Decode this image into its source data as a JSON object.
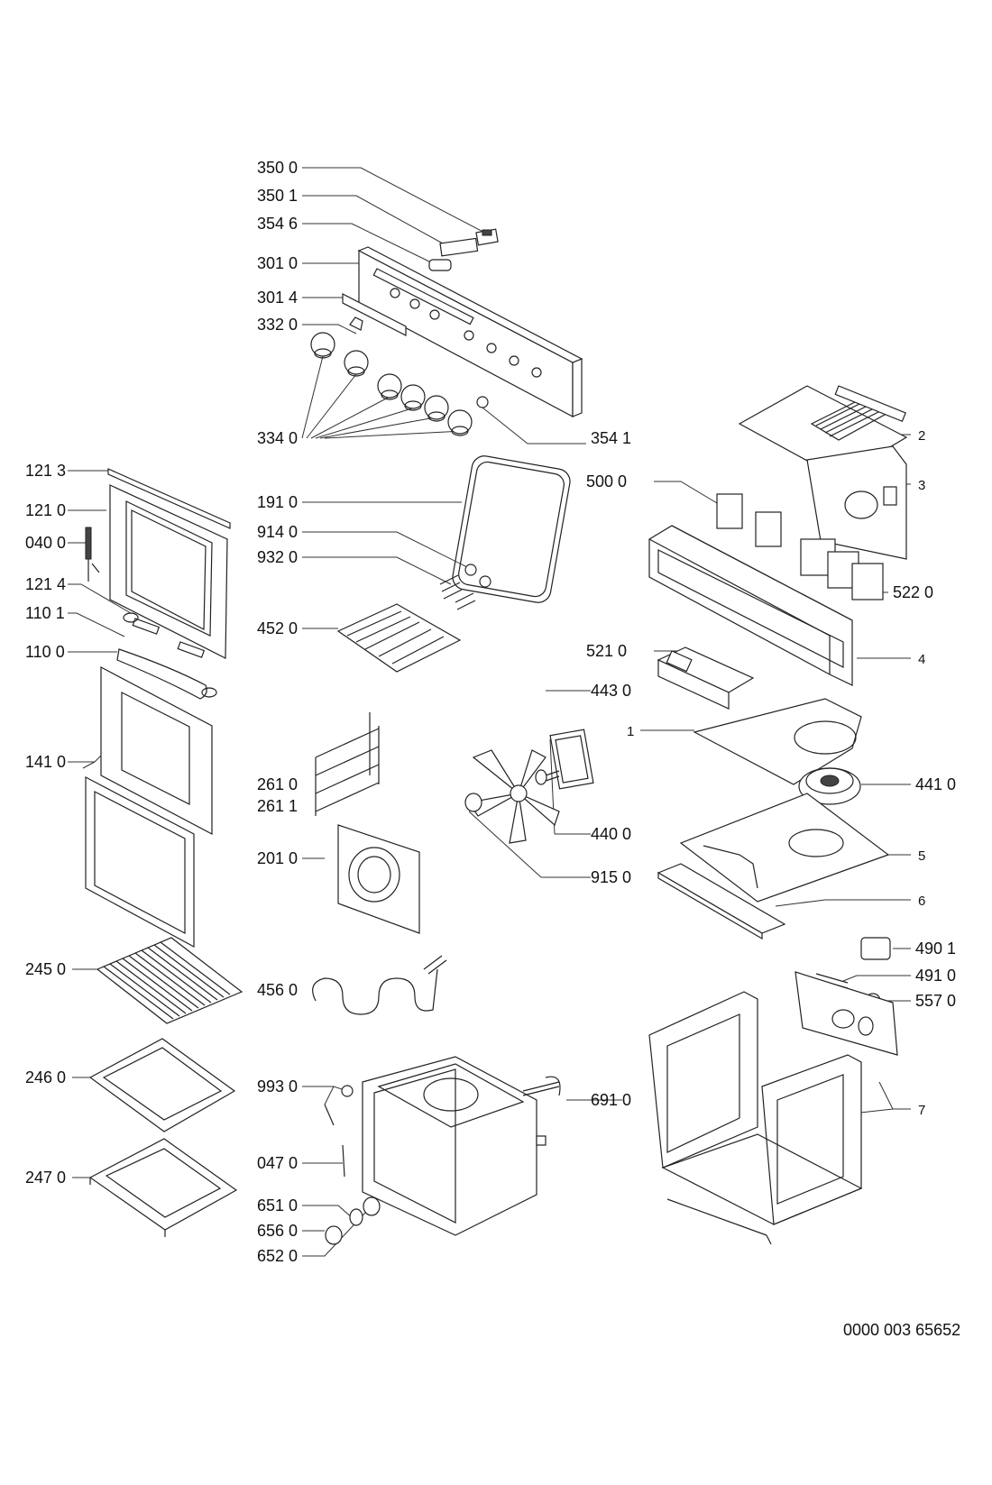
{
  "callouts": {
    "c3500": "350 0",
    "c3501": "350 1",
    "c3546": "354 6",
    "c3010": "301 0",
    "c3014": "301 4",
    "c3320": "332 0",
    "c3340": "334 0",
    "c3541": "354 1",
    "c1213": "121 3",
    "c1210": "121 0",
    "c0400": "040 0",
    "c1214": "121 4",
    "c1101": "110 1",
    "c1100": "110 0",
    "c1410": "141 0",
    "c1910": "191 0",
    "c9140": "914 0",
    "c9320": "932 0",
    "c4520": "452 0",
    "c2610": "261 0",
    "c2611": "261 1",
    "c2010": "201 0",
    "c4560": "456 0",
    "c9930": "993 0",
    "c0470": "047 0",
    "c6510": "651 0",
    "c6560": "656 0",
    "c6520": "652 0",
    "c2450": "245 0",
    "c2460": "246 0",
    "c2470": "247 0",
    "c5000": "500 0",
    "c5220": "522 0",
    "c5210": "521 0",
    "c4430": "443 0",
    "c4410": "441 0",
    "c4400": "440 0",
    "c9150": "915 0",
    "c6910": "691 0",
    "c4901": "490 1",
    "c4910": "491 0",
    "c5570": "557 0",
    "c2": "2",
    "c3": "3",
    "c4": "4",
    "c1": "1",
    "c5": "5",
    "c6": "6",
    "c7": "7"
  },
  "diagram_id": "0000 003 65652"
}
